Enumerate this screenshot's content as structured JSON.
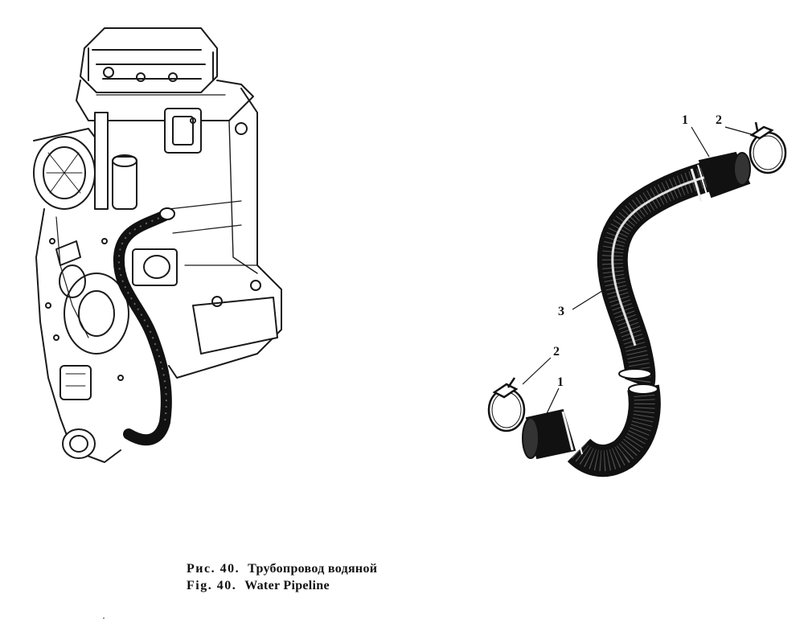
{
  "figure": {
    "engine_illustration": "engine-block",
    "pipeline_parts": [
      {
        "callout": "1",
        "part": "hose-end-upper"
      },
      {
        "callout": "2",
        "part": "clamp-upper"
      },
      {
        "callout": "3",
        "part": "water-pipe"
      },
      {
        "callout": "2",
        "part": "clamp-lower"
      },
      {
        "callout": "1",
        "part": "hose-end-lower"
      }
    ]
  },
  "caption": {
    "ru_prefix": "Рис. 40.",
    "ru_title": "Трубопровод водяной",
    "en_prefix": "Fig. 40.",
    "en_title": "Water Pipeline"
  }
}
